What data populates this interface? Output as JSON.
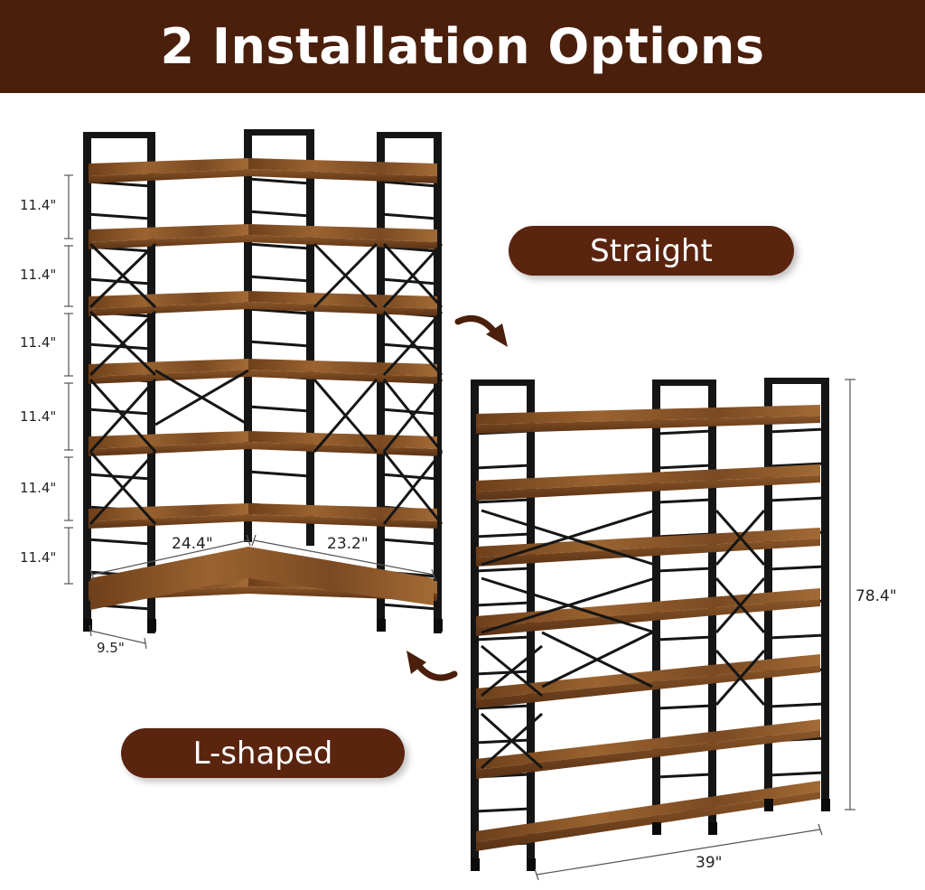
{
  "banner": {
    "title": "2 Installation Options"
  },
  "options": {
    "straight_label": "Straight",
    "lshaped_label": "L-shaped"
  },
  "lshaped_dims": {
    "shelf_gaps": [
      "11.4\"",
      "11.4\"",
      "11.4\"",
      "11.4\"",
      "11.4\"",
      "11.4\""
    ],
    "left_width": "24.4\"",
    "right_width": "23.2\"",
    "depth": "9.5\""
  },
  "straight_dims": {
    "height": "78.4\"",
    "width": "39\""
  },
  "colors": {
    "banner": "#4a1f0c",
    "pill": "#5a240f",
    "frame": "#151515",
    "wood": "#8a5526"
  }
}
